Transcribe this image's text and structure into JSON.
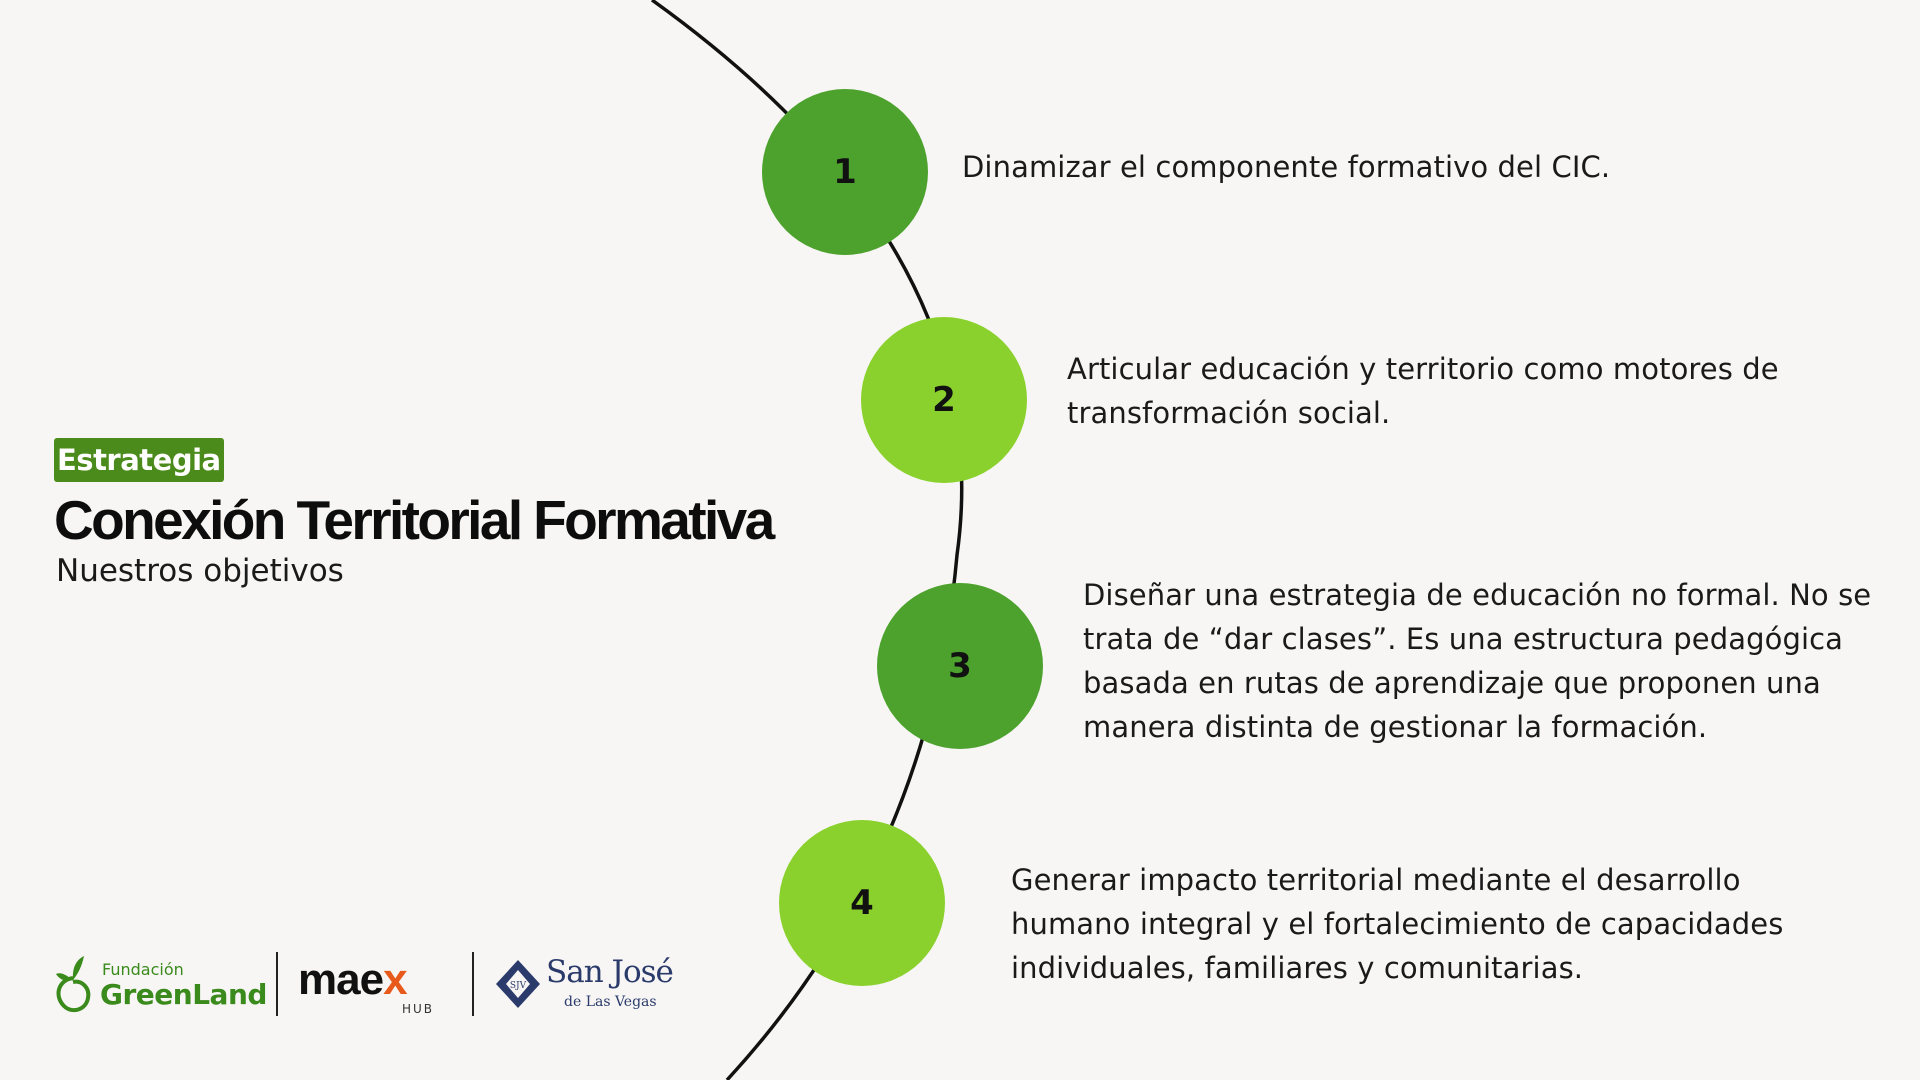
{
  "colors": {
    "dark_green": "#4ca22c",
    "light_green": "#8ad12d",
    "tag_green": "#4b8b1b",
    "background": "#f7f6f4",
    "maex_accent": "#e85a1b",
    "sanjose_navy": "#2a3a6b"
  },
  "header": {
    "tag": "Estrategia",
    "title": "Conexión Territorial Formativa",
    "subtitle": "Nuestros objetivos"
  },
  "objectives": [
    {
      "number": "1",
      "text": "Dinamizar el componente formativo del CIC.",
      "tone": "dark"
    },
    {
      "number": "2",
      "text": "Articular educación y territorio como motores de transformación social.",
      "tone": "light"
    },
    {
      "number": "3",
      "text": "Diseñar una estrategia de educación no formal. No se trata de “dar clases”. Es una estructura pedagógica basada en rutas de aprendizaje que proponen una manera distinta de gestionar la formación.",
      "tone": "dark"
    },
    {
      "number": "4",
      "text": "Generar impacto territorial mediante el desarrollo humano integral y el fortalecimiento de capacidades individuales, familiares y comunitarias.",
      "tone": "light"
    }
  ],
  "logos": {
    "greenland_top": "Fundación",
    "greenland_bottom": "GreenLand",
    "maex_word": "mae",
    "maex_x": "x",
    "maex_hub": "HUB",
    "sanjose_name": "San José",
    "sanjose_sub": "de Las Vegas",
    "sanjose_badge": "SJV"
  }
}
